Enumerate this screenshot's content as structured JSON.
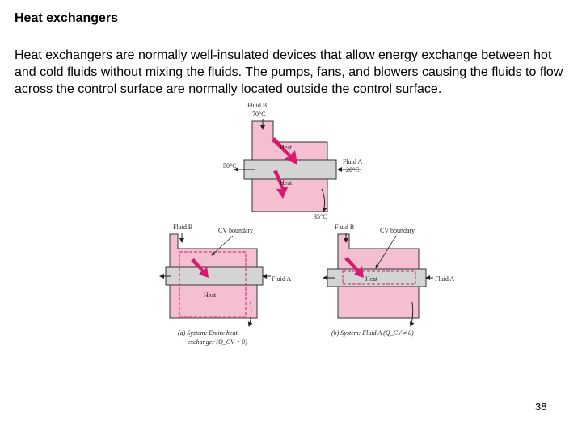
{
  "slide": {
    "title": "Heat exchangers",
    "body": "Heat exchangers are normally well-insulated devices that allow energy exchange between hot and cold fluids without mixing the fluids.  The pumps, fans, and blowers causing the fluids to flow across the control surface are normally located outside the control surface.",
    "page_number": "38"
  },
  "top_figure": {
    "fluid_b": "Fluid B",
    "fluid_b_temp_in": "70°C",
    "heat_upper": "Heat",
    "heat_lower": "Heat",
    "fluid_a": "Fluid A",
    "fluid_a_temp_in": "20°C",
    "fluid_a_temp_out": "50°C",
    "fluid_b_temp_out": "35°C"
  },
  "left_figure": {
    "fluid_b": "Fluid B",
    "cv_boundary": "CV boundary",
    "fluid_a": "Fluid A",
    "heat": "Heat",
    "caption_line1": "(a) System: Entire heat",
    "caption_line2": "exchanger (Q_CV = 0)"
  },
  "right_figure": {
    "fluid_b": "Fluid B",
    "cv_boundary": "CV boundary",
    "heat": "Heat",
    "fluid_a": "Fluid A",
    "caption": "(b) System: Fluid A (Q_CV ≠ 0)"
  },
  "colors": {
    "pink_fluid": "#f4bfd0",
    "grey_pipe": "#d4d4d4",
    "heat_arrow": "#d8196e",
    "cv_boundary": "#d8196e"
  }
}
